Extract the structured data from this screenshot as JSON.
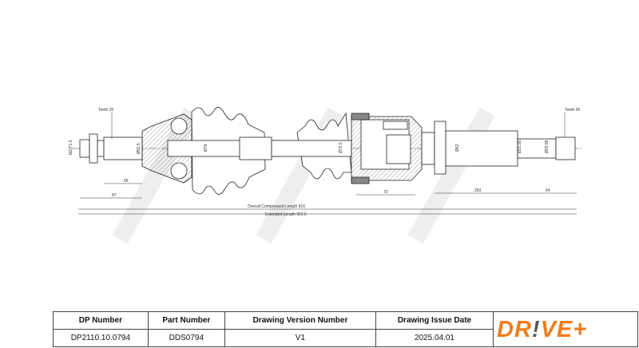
{
  "drawing": {
    "teeth_left": "Teeth 25",
    "thread": "M20*1.5",
    "dia_left_shaft": "Ø52.5",
    "dia_left_boot": "Ø79",
    "len_55": "55",
    "len_87": "87",
    "overall": "Overall  Compressed  Length 916",
    "extended": "Extended Length 961.5",
    "dia_right_joint": "Ø75.5",
    "len_70": "70",
    "dia_bearing": "Ø62",
    "len_263": "263",
    "len_64": "64",
    "dia_right_shaft": "Ø31.95",
    "dia_spline": "Ø25.95",
    "teeth_right": "Teeth 26"
  },
  "table": {
    "headers": [
      "DP Number",
      "Part Number",
      "Drawing Version Number",
      "Drawing Issue Date"
    ],
    "values": [
      "DP2110.10.0794",
      "DDS0794",
      "V1",
      "2025.04.01"
    ]
  },
  "logo": {
    "text_a": "DR",
    "text_b": "!",
    "text_c": "VE+",
    "color": "#f07c1c"
  }
}
